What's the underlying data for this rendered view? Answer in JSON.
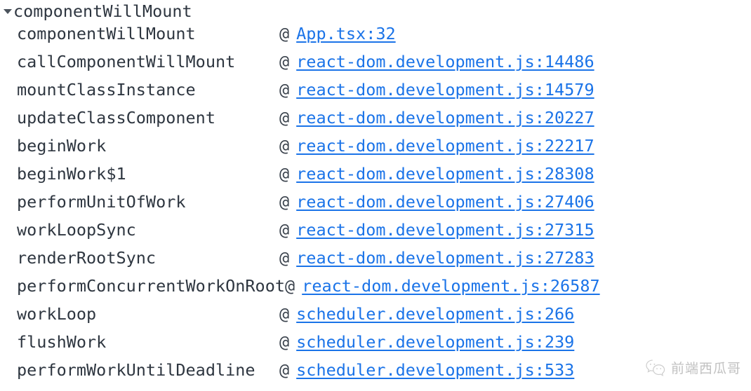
{
  "group": {
    "title": "componentWillMount",
    "expanded": true,
    "triangle_icon": "triangle-down-icon"
  },
  "colors": {
    "background": "#ffffff",
    "text": "#2e3640",
    "link": "#1a73e8",
    "triangle": "#4b535c",
    "watermark": "#bcbcbc"
  },
  "at_symbol": "@",
  "frames": [
    {
      "fn": "componentWillMount",
      "at": "@",
      "source": "App.tsx:32"
    },
    {
      "fn": "callComponentWillMount",
      "at": "@",
      "source": "react-dom.development.js:14486"
    },
    {
      "fn": "mountClassInstance",
      "at": "@",
      "source": "react-dom.development.js:14579"
    },
    {
      "fn": "updateClassComponent",
      "at": "@",
      "source": "react-dom.development.js:20227"
    },
    {
      "fn": "beginWork",
      "at": "@",
      "source": "react-dom.development.js:22217"
    },
    {
      "fn": "beginWork$1",
      "at": "@",
      "source": "react-dom.development.js:28308"
    },
    {
      "fn": "performUnitOfWork",
      "at": "@",
      "source": "react-dom.development.js:27406"
    },
    {
      "fn": "workLoopSync",
      "at": "@",
      "source": "react-dom.development.js:27315"
    },
    {
      "fn": "renderRootSync",
      "at": "@",
      "source": "react-dom.development.js:27283"
    },
    {
      "fn": "performConcurrentWorkOnRoot",
      "at": "@",
      "source": "react-dom.development.js:26587"
    },
    {
      "fn": "workLoop",
      "at": "@",
      "source": "scheduler.development.js:266"
    },
    {
      "fn": "flushWork",
      "at": "@",
      "source": "scheduler.development.js:239"
    },
    {
      "fn": "performWorkUntilDeadline",
      "at": "@",
      "source": "scheduler.development.js:533"
    }
  ],
  "watermark": {
    "icon": "wechat-icon",
    "text": "前端西瓜哥"
  }
}
